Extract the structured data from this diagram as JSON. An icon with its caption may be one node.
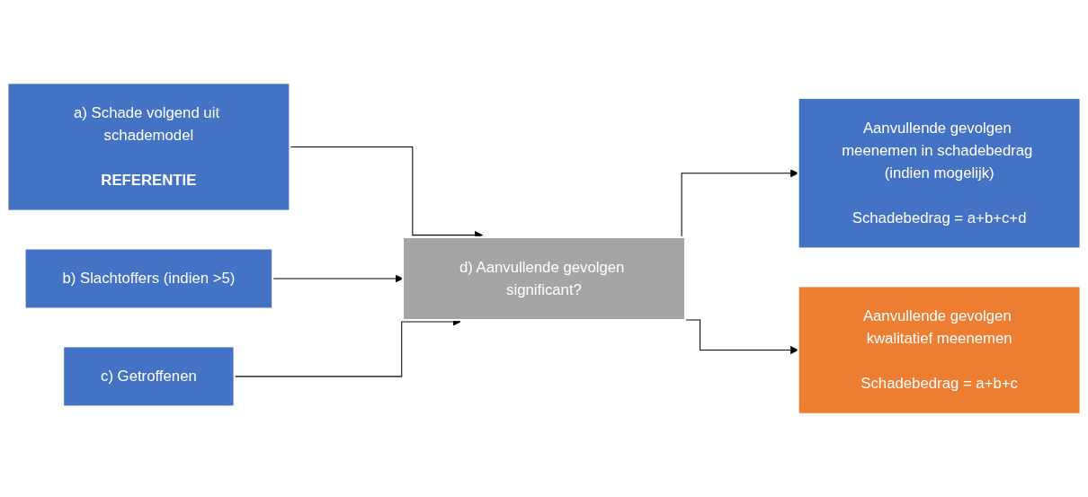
{
  "diagram": {
    "nodes": [
      {
        "text": [
          "a) Schade volgend uit schademodel",
          "REFERENTIE"
        ]
      },
      {
        "text": [
          "b) Slachtoffers (indien >5)"
        ]
      },
      {
        "text": [
          "c) Getroffenen"
        ]
      },
      {
        "text": [
          "d) Aanvullende gevolgen significant?"
        ]
      },
      {
        "text": [
          "Aanvullende gevolgen meenemen in schadebedrag (indien mogelijk)",
          "Schadebedrag = a+b+c+d"
        ]
      },
      {
        "text": [
          "Aanvullende gevolgen kwalitatief meenemen",
          "Schadebedrag = a+b+c"
        ]
      }
    ],
    "edges": [
      {
        "from": 0,
        "to": 3,
        "arrow": "to"
      },
      {
        "from": 1,
        "to": 3,
        "arrow": "to"
      },
      {
        "from": 2,
        "to": 3,
        "arrow": "to"
      },
      {
        "from": 3,
        "to": 4,
        "arrow": "to"
      },
      {
        "from": 3,
        "to": 5,
        "arrow": "to"
      }
    ]
  }
}
